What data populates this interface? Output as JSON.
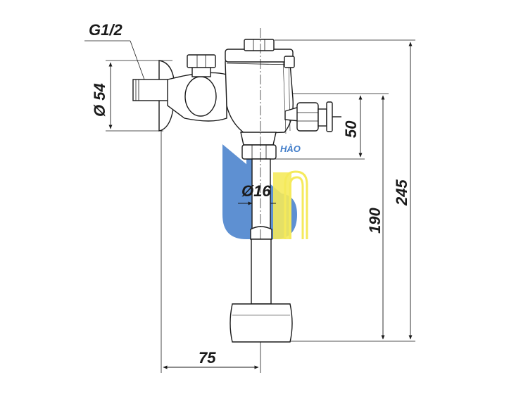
{
  "diagram": {
    "dimensions": {
      "thread_label": "G1/2",
      "inlet_diameter": "Ø 54",
      "pipe_diameter": "Ø16",
      "inlet_offset": "50",
      "outlet_height": "190",
      "total_height": "245",
      "horizontal_offset": "75"
    },
    "watermark": {
      "text": "HÀO",
      "colors": {
        "blue": "#2d6fc4",
        "yellow": "#f4e84a"
      }
    }
  }
}
